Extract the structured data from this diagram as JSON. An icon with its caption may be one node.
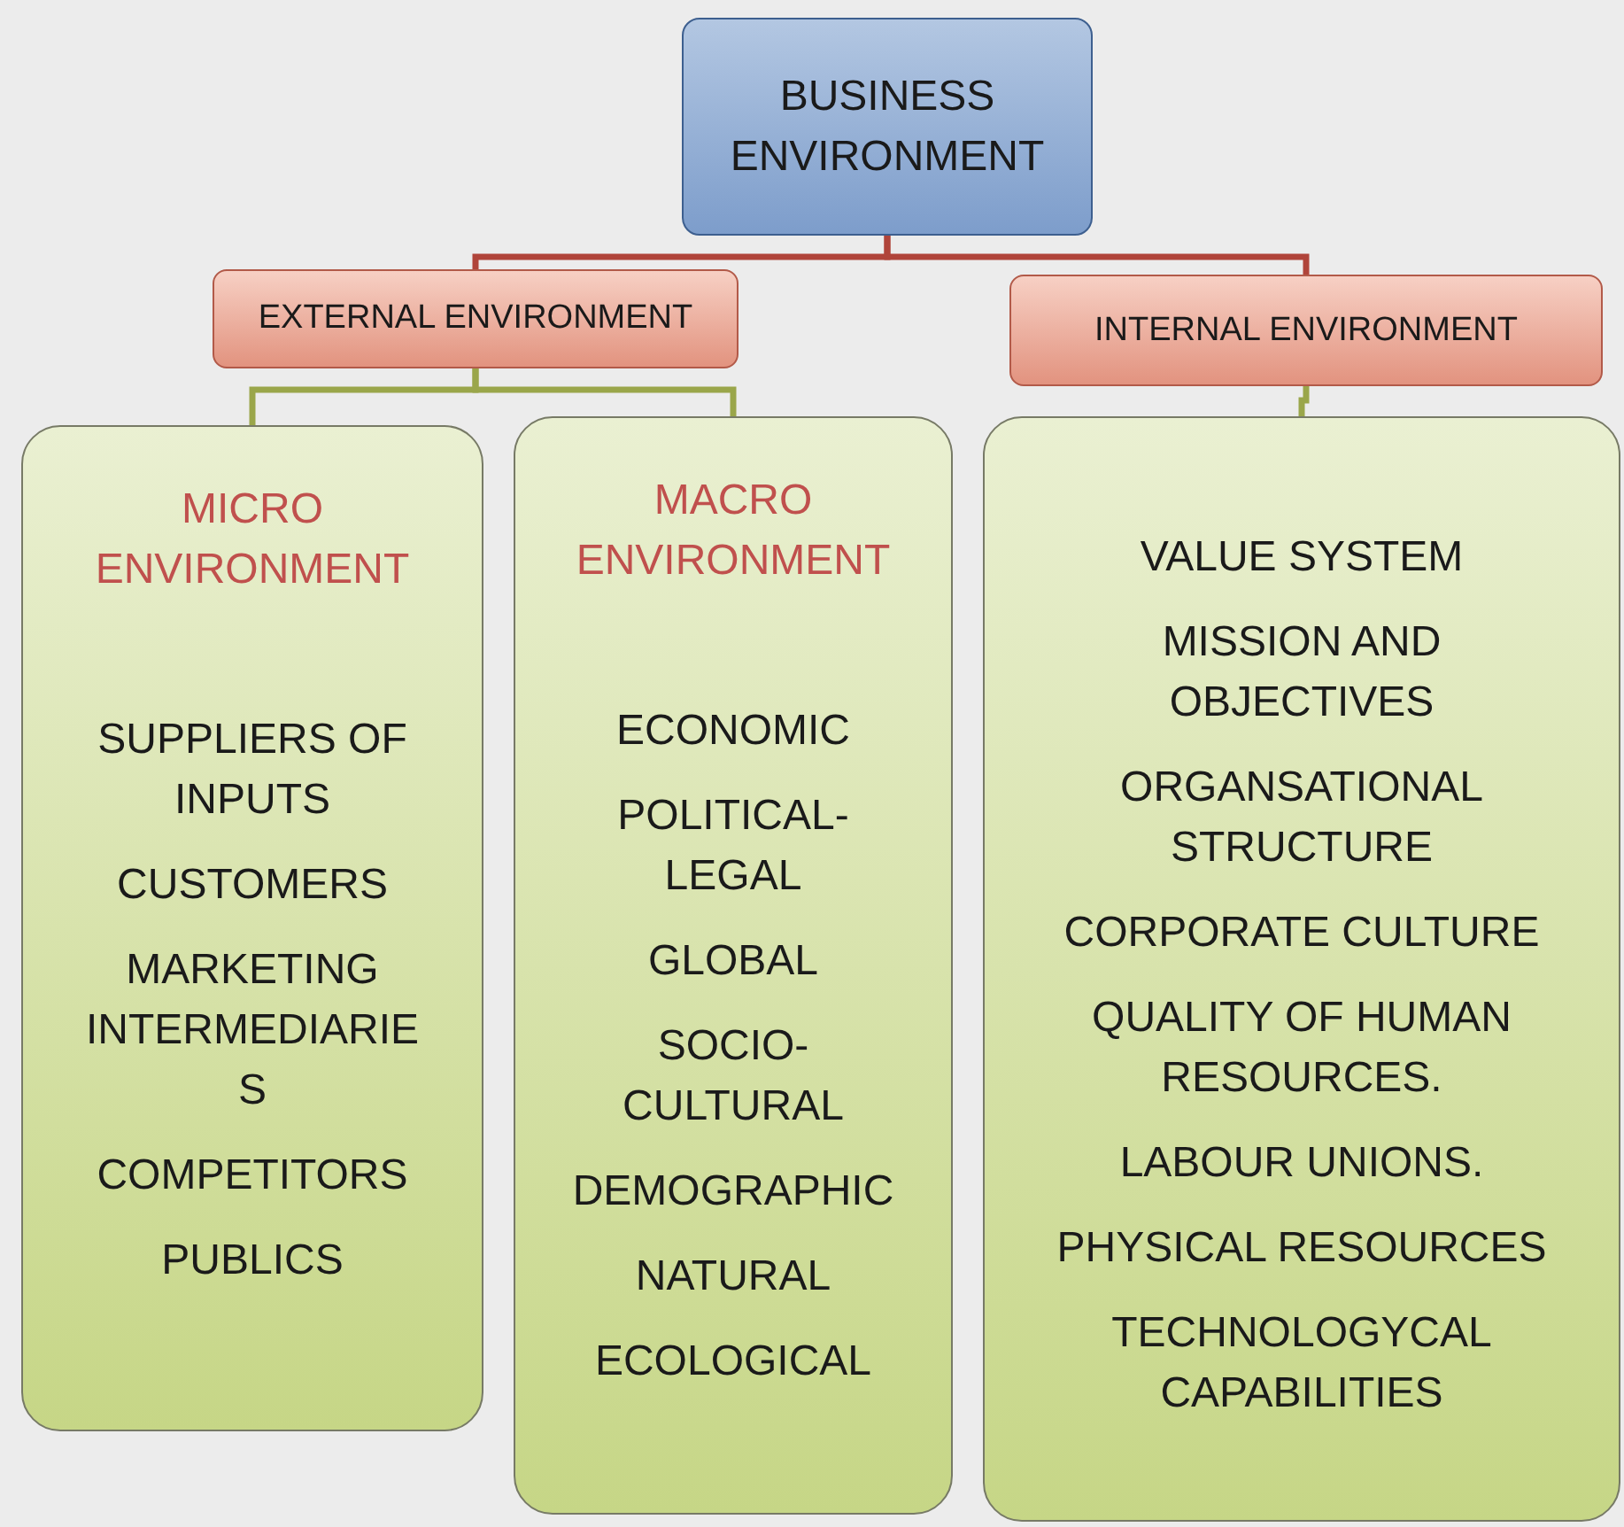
{
  "diagram": {
    "nodes": [
      {
        "text": [
          "BUSINESS ENVIRONMENT"
        ]
      },
      {
        "text": [
          "EXTERNAL ENVIRONMENT"
        ]
      },
      {
        "text": [
          "INTERNAL ENVIRONMENT"
        ]
      },
      {
        "text": [
          "MICRO ENVIRONMENT",
          "SUPPLIERS OF INPUTS",
          "CUSTOMERS",
          "MARKETING INTERMEDIARIE S",
          "COMPETITORS",
          "PUBLICS"
        ]
      },
      {
        "text": [
          "MACRO ENVIRONMENT",
          "ECONOMIC",
          "POLITICAL- LEGAL",
          "GLOBAL",
          "SOCIO- CULTURAL",
          "DEMOGRAPHIC",
          "NATURAL",
          "ECOLOGICAL"
        ]
      },
      {
        "text": [
          "VALUE SYSTEM",
          "MISSION AND OBJECTIVES",
          "ORGANSATIONAL STRUCTURE",
          "CORPORATE CULTURE",
          "QUALITY OF HUMAN RESOURCES.",
          "LABOUR UNIONS.",
          "PHYSICAL RESOURCES",
          "TECHNOLOGYCAL CAPABILITIES"
        ]
      }
    ],
    "edges": [
      {
        "from": 0,
        "to": 1,
        "arrow": "none",
        "color": "#b0443a"
      },
      {
        "from": 0,
        "to": 2,
        "arrow": "none",
        "color": "#b0443a"
      },
      {
        "from": 1,
        "to": 3,
        "arrow": "none"
      },
      {
        "from": 1,
        "to": 4,
        "arrow": "none"
      },
      {
        "from": 2,
        "to": 5,
        "arrow": "none"
      }
    ]
  }
}
